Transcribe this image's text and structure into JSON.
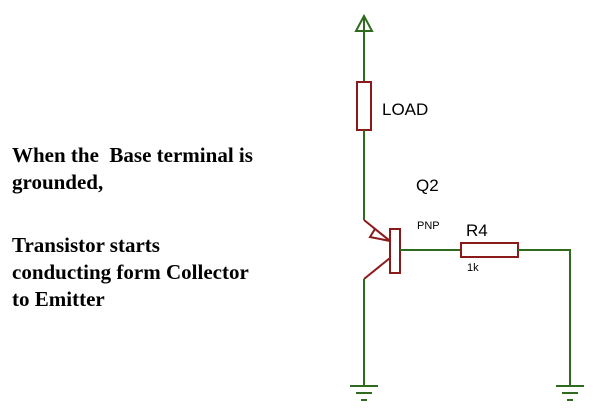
{
  "caption": {
    "line1": "When the  Base terminal is",
    "line2": "grounded,",
    "line3": "Transistor starts",
    "line4": "conducting form Collector",
    "line5": "to Emitter"
  },
  "circuit": {
    "load_label": "LOAD",
    "transistor_name": "Q2",
    "transistor_type": "PNP",
    "resistor_name": "R4",
    "resistor_value": "1k",
    "wire_color": "#2e6b1f",
    "component_color": "#8b1a1a"
  }
}
